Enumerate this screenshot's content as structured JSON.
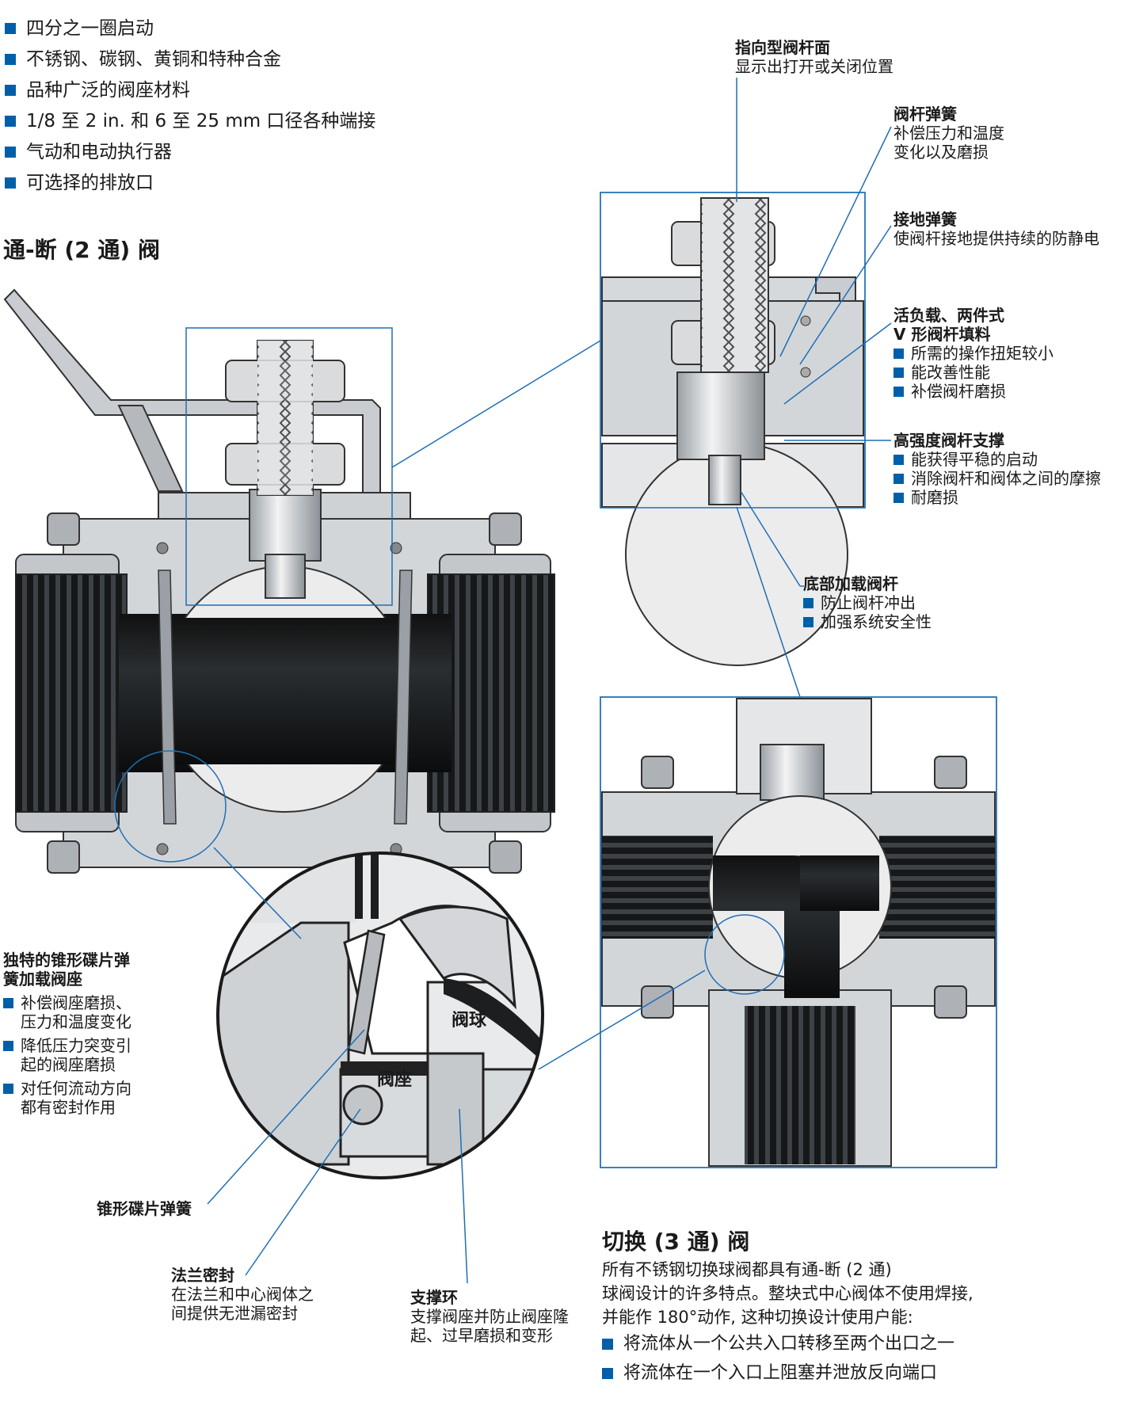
{
  "features": [
    "四分之一圈启动",
    "不锈钢、碳钢、黄铜和特种合金",
    "品种广泛的阀座材料",
    "1/8 至 2 in. 和 6 至 25 mm 口径各种端接",
    "气动和电动执行器",
    "可选择的排放口"
  ],
  "two_way_title": "通-断 (2 通) 阀",
  "three_way_title": "切换 (3 通) 阀",
  "callouts": {
    "stem_face": {
      "heading": "指向型阀杆面",
      "text": "显示出打开或关闭位置"
    },
    "stem_spring": {
      "heading": "阀杆弹簧",
      "lines": [
        "补偿压力和温度",
        "变化以及磨损"
      ]
    },
    "ground_spring": {
      "heading": "接地弹簧",
      "text": "使阀杆接地提供持续的防静电"
    },
    "packing": {
      "heading_lines": [
        "活负载、两件式",
        "V 形阀杆填料"
      ],
      "bullets": [
        "所需的操作扭矩较小",
        "能改善性能",
        "补偿阀杆磨损"
      ]
    },
    "stem_support": {
      "heading": "高强度阀杆支撑",
      "bullets": [
        "能获得平稳的启动",
        "消除阀杆和阀体之间的摩擦",
        "耐磨损"
      ]
    },
    "bottom_stem": {
      "heading": "底部加载阀杆",
      "bullets": [
        "防止阀杆冲出",
        "加强系统安全性"
      ]
    },
    "seat": {
      "heading_lines": [
        "独特的锥形碟片弹",
        "簧加载阀座"
      ],
      "bullets": [
        [
          "补偿阀座磨损、",
          "压力和温度变化"
        ],
        [
          "降低压力突变引",
          "起的阀座磨损"
        ],
        [
          "对任何流动方向",
          "都有密封作用"
        ]
      ]
    },
    "disc_spring": {
      "heading": "锥形碟片弹簧"
    },
    "flange_seal": {
      "heading": "法兰密封",
      "lines": [
        "在法兰和中心阀体之",
        "间提供无泄漏密封"
      ]
    },
    "support_ring": {
      "heading": "支撑环",
      "lines": [
        "支撑阀座并防止阀座隆",
        "起、过早磨损和变形"
      ]
    }
  },
  "zoom_labels": {
    "ball": "阀球",
    "seat": "阀座"
  },
  "three_way": {
    "paragraph": [
      "所有不锈钢切换球阀都具有通-断 (2 通)",
      "球阀设计的许多特点。整块式中心阀体不使用焊接,",
      "并能作 180°动作, 这种切换设计使用户能:"
    ],
    "bullets": [
      "将流体从一个公共入口转移至两个出口之一",
      "将流体在一个入口上阻塞并泄放反向端口"
    ]
  },
  "colors": {
    "accent": "#005fa8",
    "leader": "#1f6fb5",
    "metal": "#d3d6d9",
    "dark": "#151719"
  }
}
